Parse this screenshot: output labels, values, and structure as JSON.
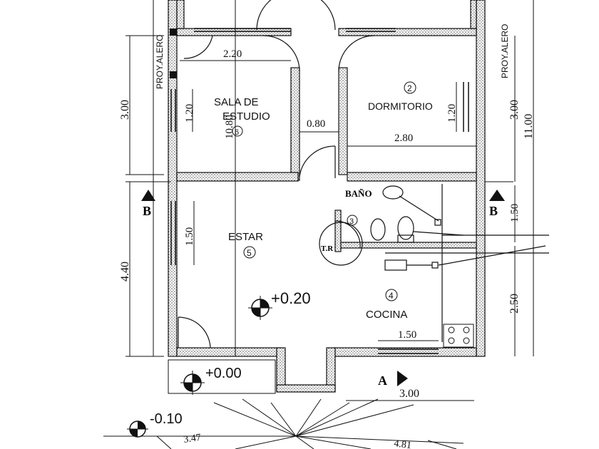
{
  "rooms": {
    "study": {
      "name_line1": "SALA DE",
      "name_line2": "ESTUDIO",
      "number": "6"
    },
    "bedroom": {
      "name": "DORMITORIO",
      "number": "2"
    },
    "living": {
      "name": "ESTAR",
      "number": "5"
    },
    "kitchen": {
      "name": "COCINA",
      "number": "4"
    },
    "bath": {
      "name": "BAÑO",
      "number": "3"
    }
  },
  "annotations": {
    "eave_left": "PROY.ALERO",
    "eave_right": "PROY.ALERO",
    "tr": "T.R",
    "section_b_left": "B",
    "section_b_right": "B",
    "section_a": "A"
  },
  "levels": {
    "interior": "+0.20",
    "entry": "+0.00",
    "exterior": "-0.10"
  },
  "dimensions": {
    "study_width": "2.20",
    "study_window": "1.20",
    "study_depth": "10.80",
    "corridor": "0.80",
    "bedroom_width": "2.80",
    "bedroom_window": "1.20",
    "left_upper": "3.00",
    "left_lower": "4.40",
    "living_window": "1.50",
    "right_upper": "3.00",
    "right_total": "11.00",
    "right_bath": "1.50",
    "right_kitchen": "2.50",
    "kitchen_window": "1.50",
    "bottom_right": "3.00",
    "roof_left": "3.47",
    "roof_right": "4.81"
  }
}
